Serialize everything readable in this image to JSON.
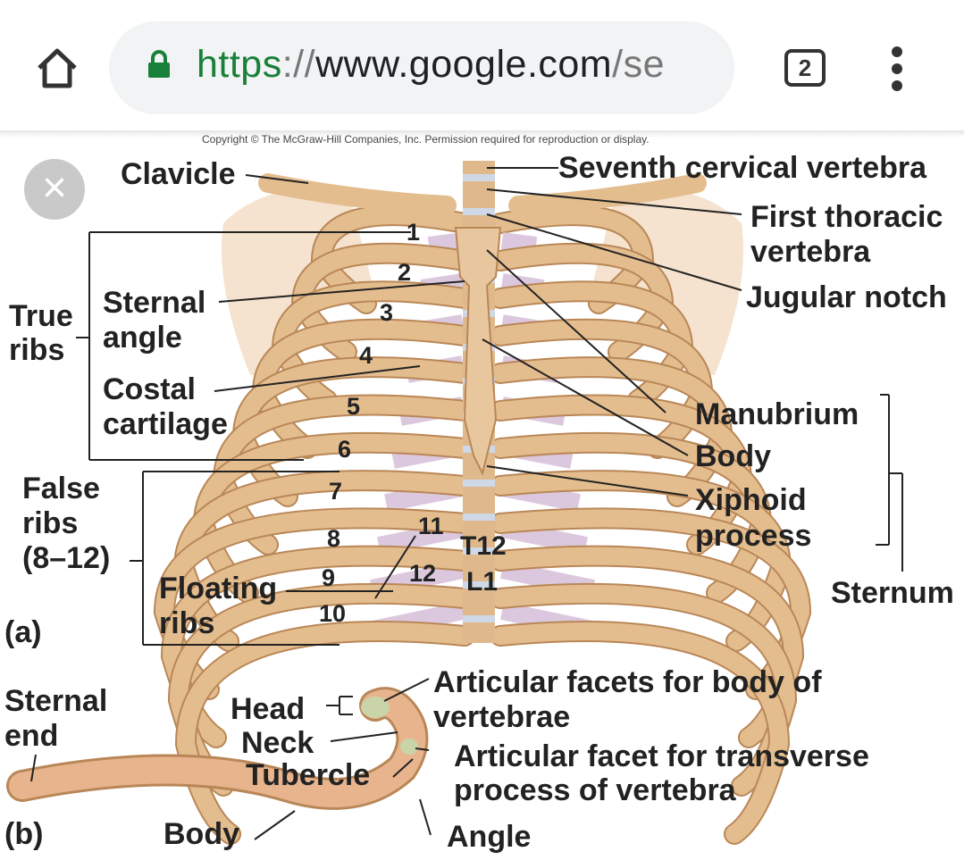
{
  "browser": {
    "url_scheme": "https",
    "url_sep": "://",
    "url_host": "www.google.com",
    "url_path": "/se",
    "tab_count": "2",
    "close_glyph": "×"
  },
  "figure": {
    "copyright": "Copyright © The McGraw-Hill Companies, Inc. Permission required for reproduction or display.",
    "a": {
      "panel": "(a)",
      "clavicle": "Clavicle",
      "seventh": "Seventh cervical vertebra",
      "first1": "First thoracic",
      "first2": "vertebra",
      "jugular": "Jugular notch",
      "true1": "True",
      "true2": "ribs",
      "sternal1": "Sternal",
      "sternal2": "angle",
      "costal1": "Costal",
      "costal2": "cartilage",
      "manubrium": "Manubrium",
      "body": "Body",
      "xiphoid1": "Xiphoid",
      "xiphoid2": "process",
      "sternum": "Sternum",
      "false1": "False",
      "false2": "ribs",
      "false3": "(8–12)",
      "floating1": "Floating",
      "floating2": "ribs",
      "t12": "T12",
      "l1": "L1",
      "ribs": [
        "1",
        "2",
        "3",
        "4",
        "5",
        "6",
        "7",
        "8",
        "9",
        "10",
        "11",
        "12"
      ]
    },
    "b": {
      "panel": "(b)",
      "sternal1": "Sternal",
      "sternal2": "end",
      "head": "Head",
      "neck": "Neck",
      "tubercle": "Tubercle",
      "body": "Body",
      "facets1": "Articular facets for body of",
      "facets2": "vertebrae",
      "facet1": "Articular facet for transverse",
      "facet2": "process of vertebra",
      "angle": "Angle"
    }
  },
  "colors": {
    "bone": "#e4bd8f",
    "cartilage": "#dcc8de",
    "lock": "#188038"
  }
}
